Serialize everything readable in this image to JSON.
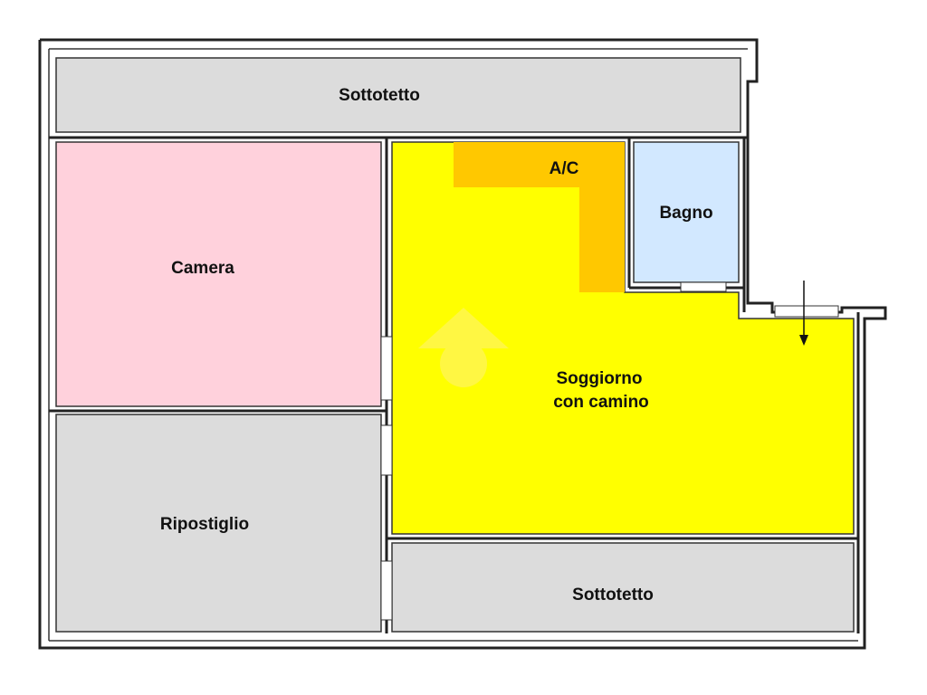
{
  "plan": {
    "rooms": {
      "sottotetto_top": {
        "label": "Sottotetto",
        "color": "#dcdcdc"
      },
      "camera": {
        "label": "Camera",
        "color": "#ffd1dc"
      },
      "ripostiglio": {
        "label": "Ripostiglio",
        "color": "#dcdcdc"
      },
      "ac": {
        "label": "A/C",
        "color": "#ffc800"
      },
      "bagno": {
        "label": "Bagno",
        "color": "#d2e8ff"
      },
      "soggiorno": {
        "label_line1": "Soggiorno",
        "label_line2": "con camino",
        "color": "#ffff00"
      },
      "sottotetto_bottom": {
        "label": "Sottotetto",
        "color": "#dcdcdc"
      }
    },
    "entrance_arrow": "arrow-down-icon",
    "wall_color": "#222222",
    "watermark_color": "#fff27a"
  }
}
